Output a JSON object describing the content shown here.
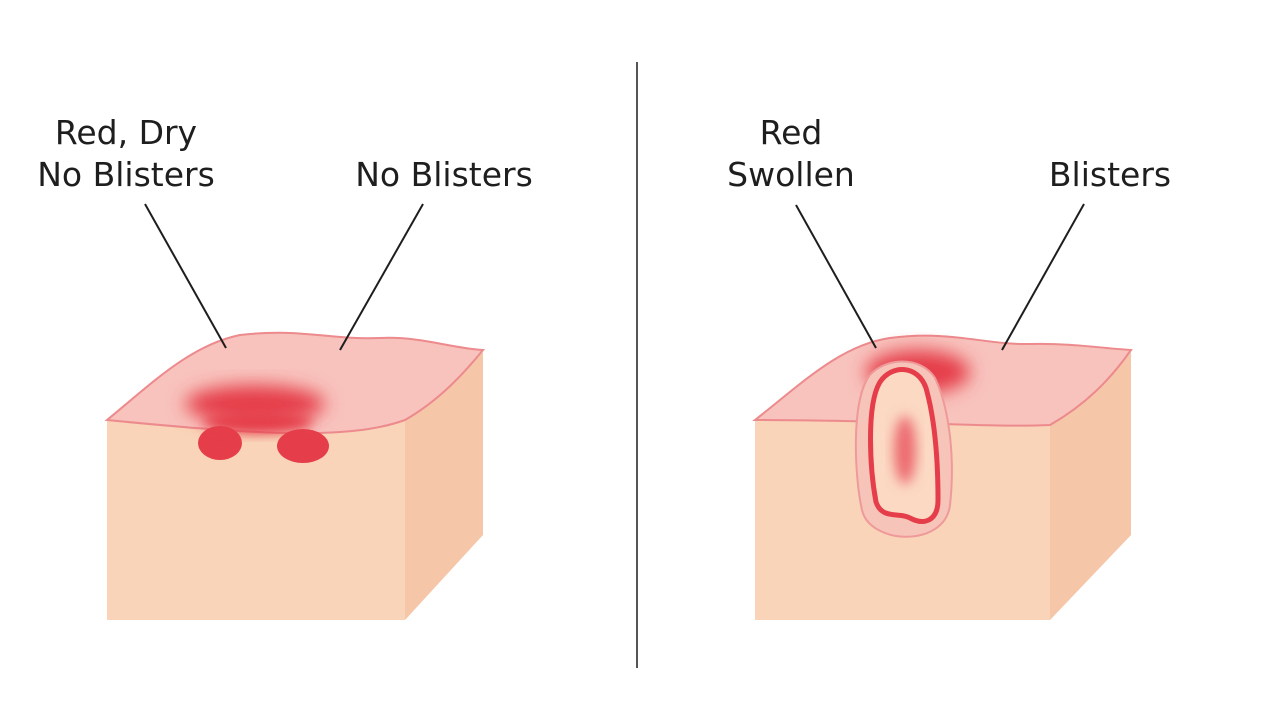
{
  "colors": {
    "background": "#ffffff",
    "skin_side": "#f9d4b8",
    "skin_top": "#f8c3bd",
    "outline": "#ec8a8d",
    "inflammation": "#e53e4a",
    "blister_fill": "#fbd9c3",
    "divider": "#555555",
    "leader_line": "#1e1e1e",
    "text": "#1e1e1e"
  },
  "left_panel": {
    "label_left_line1": "Red, Dry",
    "label_left_line2": "No Blisters",
    "label_right": "No Blisters"
  },
  "right_panel": {
    "label_left_line1": "Red",
    "label_left_line2": "Swollen",
    "label_right": "Blisters"
  }
}
